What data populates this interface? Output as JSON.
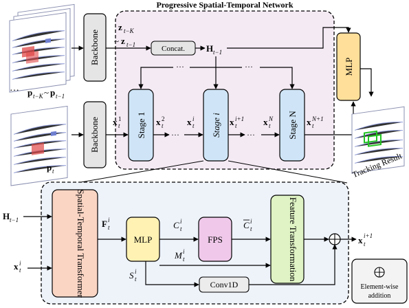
{
  "title": "Progressive Spatial-Temporal Network",
  "backbone_label": "Backbone",
  "concat_label": "Concat.",
  "mlp_label": "MLP",
  "tracking_result_label": "Tracking Result",
  "stages": [
    "Stage 1",
    "Stage i",
    "Stage N"
  ],
  "frames": {
    "past": "p t−K ~ p t−1",
    "current": "p t"
  },
  "features": {
    "z_hist": "z t−K ~ z t−1",
    "h_prev": "H t−1",
    "x1": "x t 1",
    "x2": "x t 2",
    "xi": "x t i",
    "xi1": "x t i+1",
    "xN": "x t N",
    "xN1": "x t N+1"
  },
  "detail": {
    "transformer_label": "Spatial-Temporal Transformer",
    "mlp_label": "MLP",
    "fps_label": "FPS",
    "feature_transformation_label": "Feature Transformation",
    "conv1d_label": "Conv1D",
    "input_h": "H t−1",
    "input_x": "x t i",
    "f_label": "F t i",
    "c_label": "C t i",
    "c_bar_label": "C̄ t i",
    "m_label": "M t i",
    "s_label": "S t i",
    "output_label": "x t i+1"
  },
  "legend": {
    "symbol": "⊕",
    "label_line1": "Element-wise",
    "label_line2": "addition"
  },
  "colors": {
    "top_panel_bg": "#f4eaf4",
    "bottom_panel_bg": "#eef3fa",
    "backbone_fill": "#e5e5e5",
    "stage_fill": "#cfe5f7",
    "concat_fill": "#e5e5e5",
    "mlp_fill": "#ffdf9a",
    "transformer_fill": "#fbd5c4",
    "detail_mlp_fill": "#fff2b3",
    "fps_fill": "#f0c9ea",
    "feature_fill": "#dff3c4",
    "conv_fill": "#ececec",
    "point_blue": "#6f7fd0",
    "point_red": "#e04848",
    "box_green": "#22c322"
  }
}
